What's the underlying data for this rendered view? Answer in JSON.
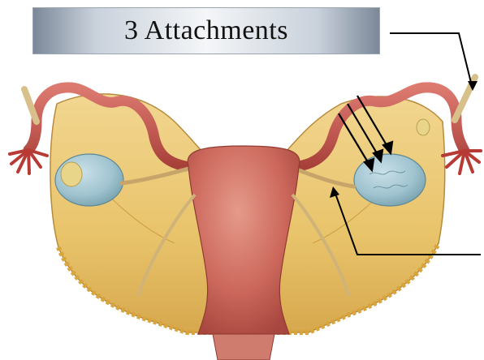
{
  "title": "3 Attachments",
  "colors": {
    "peritoneum": "#e8c36a",
    "peritoneum_dark": "#c9963a",
    "uterus": "#c9645a",
    "uterus_light": "#dc8577",
    "tube": "#c8504a",
    "ovary": "#9fc3cf",
    "ovary_dark": "#6f9aa8",
    "fimbriae": "#b83a35",
    "pointer": "#000000",
    "title_text": "#111111"
  },
  "figure": {
    "description_free": true,
    "annotation_arrows": 3,
    "leader_lines": 2
  }
}
